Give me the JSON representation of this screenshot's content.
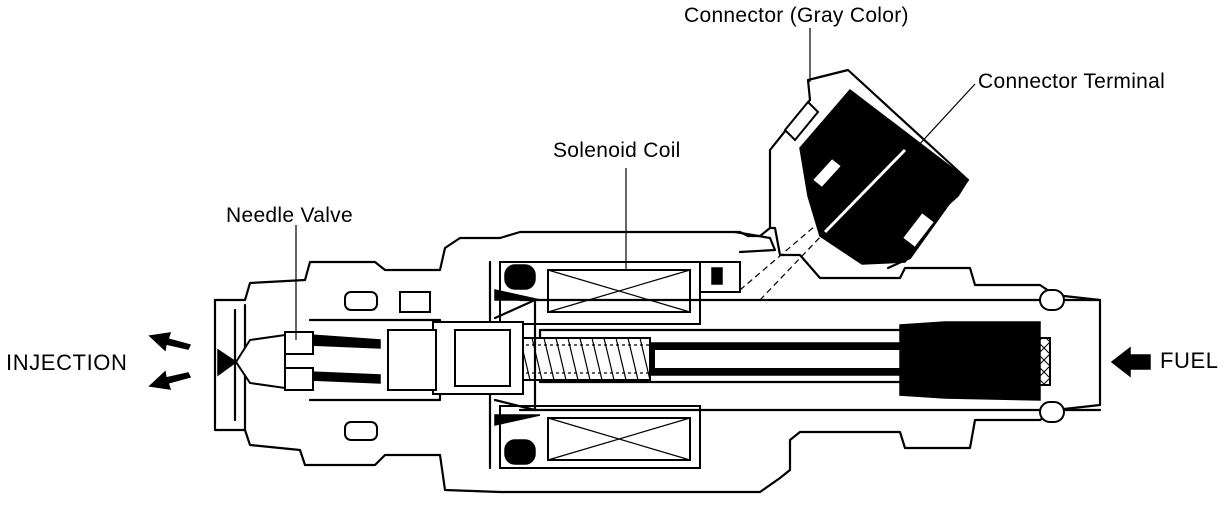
{
  "labels": {
    "connector": "Connector (Gray Color)",
    "connector_terminal": "Connector Terminal",
    "solenoid_coil": "Solenoid Coil",
    "needle_valve": "Needle Valve",
    "injection": "INJECTION",
    "fuel": "FUEL"
  },
  "colors": {
    "ink": "#000000",
    "paper": "#ffffff"
  }
}
